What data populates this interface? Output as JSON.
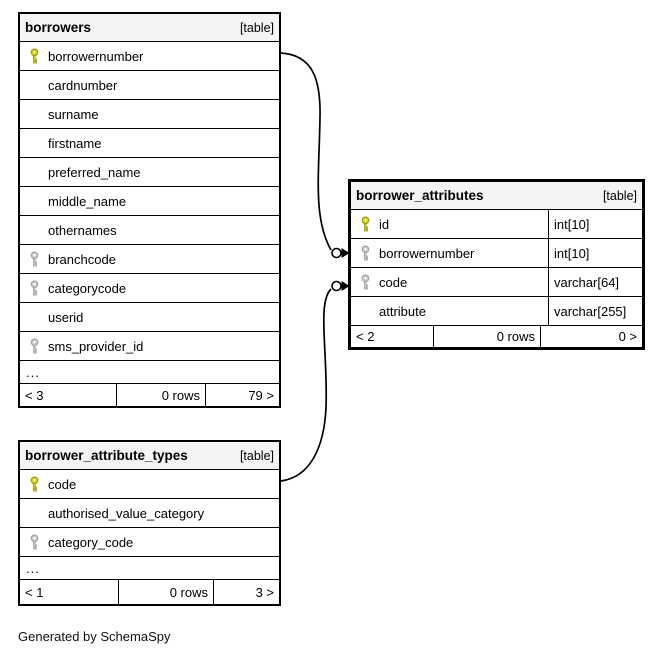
{
  "diagram": {
    "footer_note": "Generated by SchemaSpy",
    "colors": {
      "primary_key": "#d8d800",
      "primary_key_stroke": "#8f8f00",
      "foreign_key": "#cccccc",
      "foreign_key_stroke": "#999999",
      "header_bg": "#f4f4f4",
      "border": "#000000"
    },
    "tables": [
      {
        "id": "borrowers",
        "name": "borrowers",
        "badge": "[table]",
        "columns": [
          {
            "name": "borrowernumber",
            "key": "primary"
          },
          {
            "name": "cardnumber"
          },
          {
            "name": "surname"
          },
          {
            "name": "firstname"
          },
          {
            "name": "preferred_name"
          },
          {
            "name": "middle_name"
          },
          {
            "name": "othernames"
          },
          {
            "name": "branchcode",
            "key": "foreign"
          },
          {
            "name": "categorycode",
            "key": "foreign"
          },
          {
            "name": "userid"
          },
          {
            "name": "sms_provider_id",
            "key": "foreign"
          },
          {
            "name": "...",
            "ellipsis": true
          }
        ],
        "footer": {
          "left": "< 3",
          "center": "0 rows",
          "right": "79 >"
        }
      },
      {
        "id": "borrower_attributes",
        "name": "borrower_attributes",
        "badge": "[table]",
        "columns": [
          {
            "name": "id",
            "key": "primary",
            "type": "int[10]"
          },
          {
            "name": "borrowernumber",
            "key": "foreign",
            "type": "int[10]"
          },
          {
            "name": "code",
            "key": "foreign",
            "type": "varchar[64]"
          },
          {
            "name": "attribute",
            "type": "varchar[255]"
          }
        ],
        "footer": {
          "left": "< 2",
          "center": "0 rows",
          "right": "0 >"
        }
      },
      {
        "id": "borrower_attribute_types",
        "name": "borrower_attribute_types",
        "badge": "[table]",
        "columns": [
          {
            "name": "code",
            "key": "primary"
          },
          {
            "name": "authorised_value_category"
          },
          {
            "name": "category_code",
            "key": "foreign"
          },
          {
            "name": "...",
            "ellipsis": true
          }
        ],
        "footer": {
          "left": "< 1",
          "center": "0 rows",
          "right": "3 >"
        }
      }
    ],
    "relationships": [
      {
        "from_table": "borrowers",
        "from_column": "borrowernumber",
        "to_table": "borrower_attributes",
        "to_column": "borrowernumber"
      },
      {
        "from_table": "borrower_attribute_types",
        "from_column": "code",
        "to_table": "borrower_attributes",
        "to_column": "code"
      }
    ]
  }
}
